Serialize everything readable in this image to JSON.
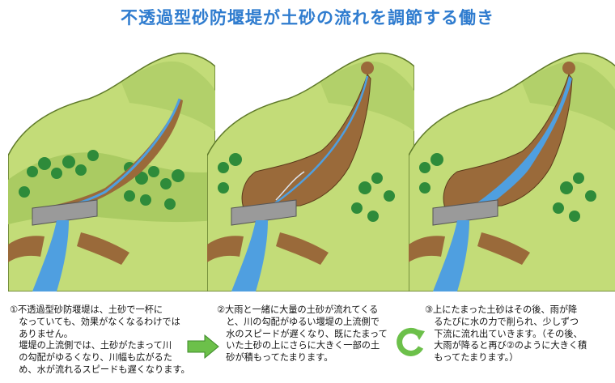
{
  "title": "不透過型砂防堰堤が土砂の流れを調節する働き",
  "captions": [
    "①不透過型砂防堰堤は、土砂で一杯に\n　なっていても、効果がなくなるわけでは\n　ありません。\n　堰堤の上流側では、土砂がたまって川\n　の勾配がゆるくなり、川幅も広がるた\n　め、水が流れるスピードも遅くなります。",
    "②大雨と一緒に大量の土砂が流れてくる\n　と、川の勾配がゆるい堰堤の上流側で\n　水のスピードが遅くなり、既にたまって\n　いた土砂の上にさらに大きく一部の土\n　砂が積もってたまります。",
    "③上にたまった土砂はその後、雨が降\n　るたびに水の力で削られ、少しずつ\n　下流に流れ出ていきます。（その後、\n　大雨が降ると再び②のように大きく積\n　もってたまります。）"
  ],
  "colors": {
    "title": "#2f7ccf",
    "arrow": "#6cc04a",
    "mountain": "#c3dc78",
    "mountain_dark": "#9fc058",
    "forest": "#2e8b3a",
    "sediment": "#9a6a3a",
    "water": "#4f9fe0",
    "dam": "#9a9a9a"
  },
  "icons": [
    "right-arrow-icon",
    "cycle-arrow-icon"
  ]
}
